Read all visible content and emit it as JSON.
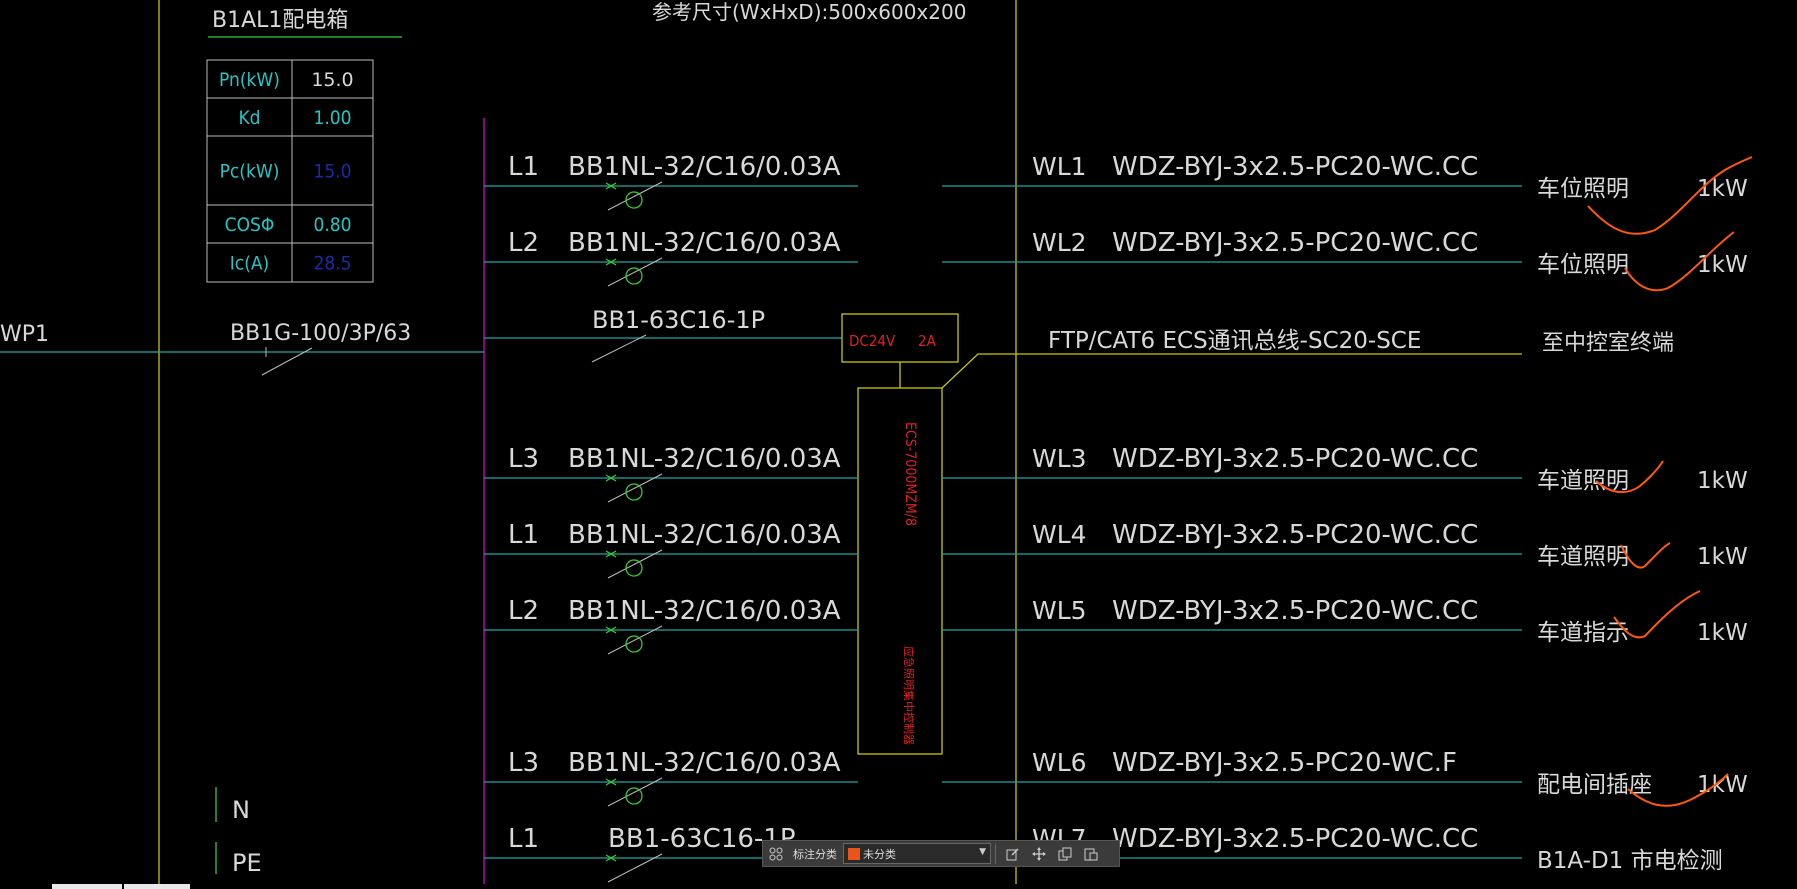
{
  "panel": {
    "title": "B1AL1配电箱",
    "ref_size": "参考尺寸(WxHxD):500x600x200",
    "table": [
      {
        "label": "Pn(kW)",
        "value": "15.0"
      },
      {
        "label": "Kd",
        "value": "1.00"
      },
      {
        "label": "Pc(kW)",
        "value": "15.0"
      },
      {
        "label": "COSΦ",
        "value": "0.80"
      },
      {
        "label": "Ic(A)",
        "value": "28.5"
      }
    ],
    "incoming": {
      "line": "WP1",
      "breaker": "BB1G-100/3P/63"
    },
    "n_label": "N",
    "pe_label": "PE"
  },
  "control": {
    "breaker": "BB1-63C16-1P",
    "dc_label": "DC24V",
    "amp_label": "2A",
    "module_text": "ECS-7000MZM/8",
    "module_sub": "应急照明集中控制器",
    "bus": "FTP/CAT6  ECS通讯总线-SC20-SCE",
    "bus_dest": "至中控室终端"
  },
  "circuits": [
    {
      "phase": "L1",
      "breaker": "BB1NL-32/C16/0.03A",
      "wl": "WL1",
      "cable": "WDZ-BYJ-3x2.5-PC20-WC.CC",
      "load": "车位照明",
      "power": "1kW"
    },
    {
      "phase": "L2",
      "breaker": "BB1NL-32/C16/0.03A",
      "wl": "WL2",
      "cable": "WDZ-BYJ-3x2.5-PC20-WC.CC",
      "load": "车位照明",
      "power": "1kW"
    },
    {
      "phase": "L3",
      "breaker": "BB1NL-32/C16/0.03A",
      "wl": "WL3",
      "cable": "WDZ-BYJ-3x2.5-PC20-WC.CC",
      "load": "车道照明",
      "power": "1kW"
    },
    {
      "phase": "L1",
      "breaker": "BB1NL-32/C16/0.03A",
      "wl": "WL4",
      "cable": "WDZ-BYJ-3x2.5-PC20-WC.CC",
      "load": "车道照明",
      "power": "1kW"
    },
    {
      "phase": "L2",
      "breaker": "BB1NL-32/C16/0.03A",
      "wl": "WL5",
      "cable": "WDZ-BYJ-3x2.5-PC20-WC.CC",
      "load": "车道指示",
      "power": "1kW"
    },
    {
      "phase": "L3",
      "breaker": "BB1NL-32/C16/0.03A",
      "wl": "WL6",
      "cable": "WDZ-BYJ-3x2.5-PC20-WC.F",
      "load": "配电间插座",
      "power": "1kW"
    },
    {
      "phase": "L1",
      "breaker": "BB1-63C16-1P",
      "wl": "WL7",
      "cable": "WDZ-BYJ-3x2.5-PC20-WC.CC",
      "load": "B1A-D1  市电检测",
      "power": ""
    }
  ],
  "toolbar": {
    "label": "标注分类",
    "selected": "未分类",
    "swatch_color": "#e8541a",
    "icons": [
      "grid-icon",
      "edit-icon",
      "move-icon",
      "copy-icon",
      "paste-icon"
    ]
  },
  "colors": {
    "background": "#000000",
    "cyan_line": "#1aa6a6",
    "yellow_line": "#c8c800",
    "magenta_bus": "#b000b0",
    "markup": "#ff5a0a",
    "red_text": "#e02020"
  }
}
